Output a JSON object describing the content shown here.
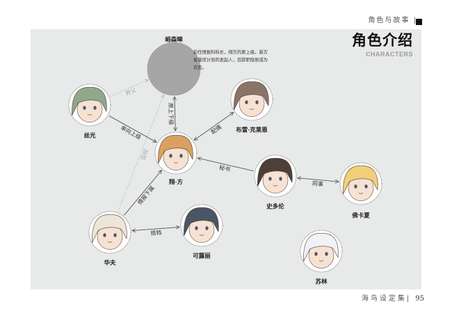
{
  "header": {
    "section": "角色与故事",
    "separator": "|"
  },
  "title": "角色介绍",
  "subtitle": "CHARACTERS",
  "description": "前任情报科科长，翔方的原上级，新方星量伏计划的发起人，后辞职隐居成为农民。",
  "characters": [
    {
      "id": "yusen",
      "name": "峪森暭",
      "hair": "#a6a6a6",
      "placeholder": true
    },
    {
      "id": "siguang",
      "name": "丝光",
      "hair": "#8fa88a"
    },
    {
      "id": "bulei",
      "name": "布雷·克莱恩",
      "hair": "#8a7468"
    },
    {
      "id": "xiangfang",
      "name": "翔·方",
      "hair": "#d9a060"
    },
    {
      "id": "shiduolun",
      "name": "史多伦",
      "hair": "#4e3f38"
    },
    {
      "id": "fokaxia",
      "name": "佛卡夏",
      "hair": "#f0cf78"
    },
    {
      "id": "huafu",
      "name": "华夫",
      "hair": "#ece6d8"
    },
    {
      "id": "keluli",
      "name": "可露丽",
      "hair": "#4a5566"
    },
    {
      "id": "sulin",
      "name": "苏林",
      "hair": "#f2f2f6"
    }
  ],
  "relations": [
    {
      "from": "siguang",
      "to": "yusen",
      "label": "养父",
      "style": "dashed",
      "arrows": "end"
    },
    {
      "from": "huafu",
      "to": "yusen",
      "label": "监视",
      "style": "dashed",
      "arrows": "end"
    },
    {
      "from": "yusen",
      "to": "xiangfang",
      "label": "原上下级",
      "style": "solid",
      "arrows": "both"
    },
    {
      "from": "siguang",
      "to": "xiangfang",
      "label": "单向上级",
      "style": "solid",
      "arrows": "end"
    },
    {
      "from": "bulei",
      "to": "xiangfang",
      "label": "配偶",
      "style": "solid",
      "arrows": "both"
    },
    {
      "from": "shiduolun",
      "to": "xiangfang",
      "label": "秘书",
      "style": "solid",
      "arrows": "end"
    },
    {
      "from": "shiduolun",
      "to": "fokaxia",
      "label": "同事",
      "style": "solid",
      "arrows": "both"
    },
    {
      "from": "huafu",
      "to": "xiangfang",
      "label": "情报下属",
      "style": "solid",
      "arrows": "end"
    },
    {
      "from": "huafu",
      "to": "keluli",
      "label": "搭档",
      "style": "solid",
      "arrows": "both"
    }
  ],
  "footer": {
    "book": "海鸟设定集",
    "separator": "|",
    "page": "95"
  }
}
